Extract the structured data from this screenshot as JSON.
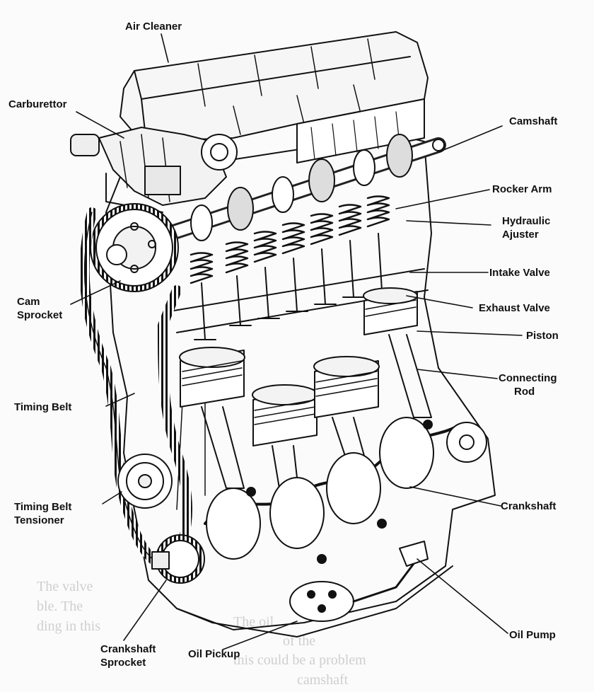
{
  "labels": {
    "air_cleaner": "Air Cleaner",
    "carburettor": "Carburettor",
    "camshaft": "Camshaft",
    "rocker_arm": "Rocker Arm",
    "hydraulic_1": "Hydraulic",
    "hydraulic_2": "Ajuster",
    "intake_valve": "Intake Valve",
    "exhaust_valve": "Exhaust Valve",
    "piston": "Piston",
    "connecting_1": "Connecting",
    "connecting_2": "Rod",
    "crankshaft": "Crankshaft",
    "oil_pump": "Oil Pump",
    "cam_sprocket_1": "Cam",
    "cam_sprocket_2": "Sprocket",
    "timing_belt": "Timing Belt",
    "tensioner_1": "Timing Belt",
    "tensioner_2": "Tensioner",
    "crank_sprocket_1": "Crankshaft",
    "crank_sprocket_2": "Sprocket",
    "oil_pickup": "Oil Pickup"
  },
  "background_text": {
    "line1": "The valve",
    "line2": "ble. The",
    "line3": "ding in this",
    "line4": "The oil",
    "line5": "of the",
    "line6": "this could be a problem",
    "line7": "camshaft"
  },
  "colors": {
    "ink": "#111111",
    "paper": "#fbfbfb",
    "faint": "#cfcfcf"
  }
}
